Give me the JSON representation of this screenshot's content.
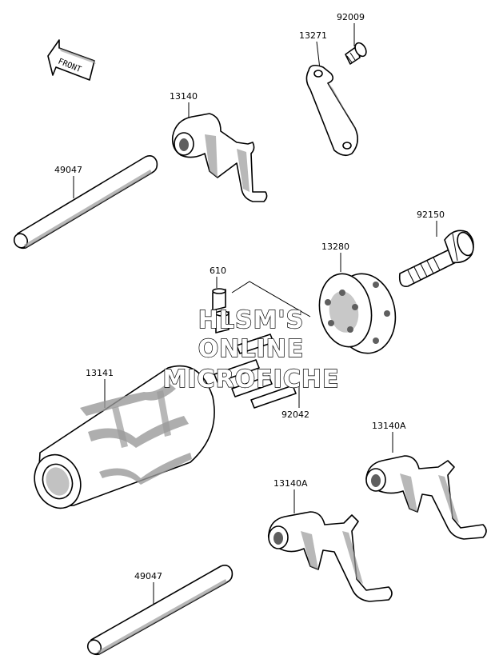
{
  "direction_arrow": {
    "text": "FRONT"
  },
  "parts": [
    {
      "id": "92009",
      "label": "92009"
    },
    {
      "id": "13271",
      "label": "13271"
    },
    {
      "id": "13140",
      "label": "13140"
    },
    {
      "id": "49047_top",
      "label": "49047"
    },
    {
      "id": "92150",
      "label": "92150"
    },
    {
      "id": "13280",
      "label": "13280"
    },
    {
      "id": "610",
      "label": "610"
    },
    {
      "id": "13141",
      "label": "13141"
    },
    {
      "id": "92042",
      "label": "92042"
    },
    {
      "id": "13140A_right",
      "label": "13140A"
    },
    {
      "id": "13140A_left",
      "label": "13140A"
    },
    {
      "id": "49047_bottom",
      "label": "49047"
    }
  ],
  "watermark": {
    "line1": "HLSM'S",
    "line2": "ONLINE",
    "line3": "MICROFICHE"
  }
}
